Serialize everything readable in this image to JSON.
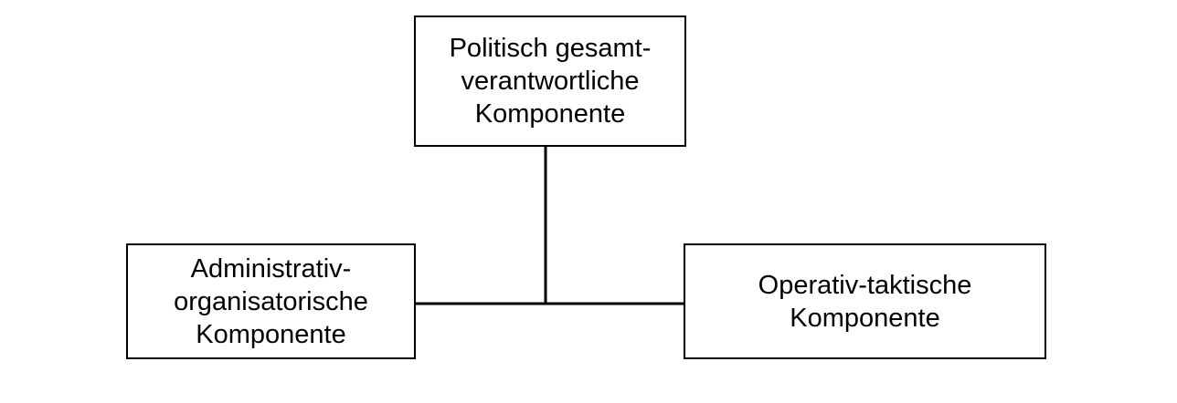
{
  "diagram": {
    "top_box": {
      "lines": [
        "Politisch gesamt-",
        "verantwortliche",
        "Komponente"
      ]
    },
    "left_box": {
      "lines": [
        "Administrativ-",
        "organisatorische",
        "Komponente"
      ]
    },
    "right_box": {
      "lines": [
        "Operativ-taktische",
        "Komponente"
      ]
    },
    "colors": {
      "line": "#000000",
      "background": "#ffffff"
    }
  }
}
